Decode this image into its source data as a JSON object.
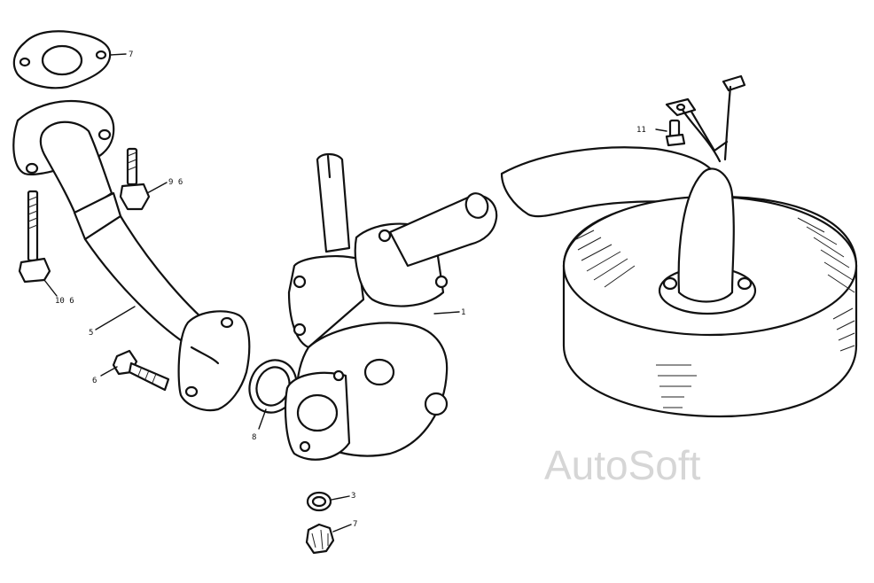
{
  "callouts": {
    "gasket_top": "7",
    "bolt_upper": "9 6",
    "bolt_left": "10 6",
    "pipe": "5",
    "bolt_lower": "6",
    "gasket_ring": "8",
    "manifold": "1",
    "washer": "3",
    "nut": "7",
    "bracket_bolt": "11"
  },
  "watermark": "AutoSoft"
}
